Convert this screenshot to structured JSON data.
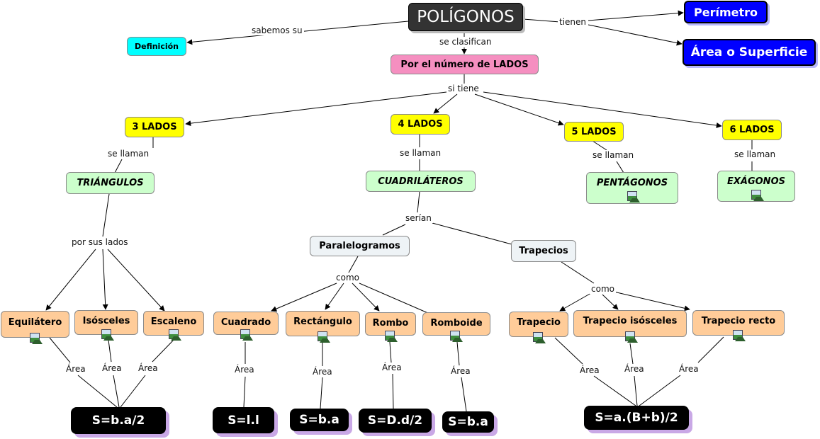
{
  "title": "POLÍGONOS",
  "top": {
    "definicion": "Definición",
    "perimetro": "Perímetro",
    "area_superficie": "Área o Superficie",
    "clasificacion": "Por el número de LADOS"
  },
  "sides": {
    "s3": "3 LADOS",
    "s4": "4 LADOS",
    "s5": "5 LADOS",
    "s6": "6 LADOS"
  },
  "names": {
    "triangulos": "TRIÁNGULOS",
    "cuadrilateros": "CUADRILÁTEROS",
    "pentagonos": "PENTÁGONOS",
    "exagonos": "EXÁGONOS"
  },
  "quad_groups": {
    "paralelogramos": "Paralelogramos",
    "trapecios": "Trapecios"
  },
  "shapes": {
    "equilatero": "Equilátero",
    "isosceles": "Isósceles",
    "escaleno": "Escaleno",
    "cuadrado": "Cuadrado",
    "rectangulo": "Rectángulo",
    "rombo": "Rombo",
    "romboide": "Romboide",
    "trapecio": "Trapecio",
    "trapecio_isosceles": "Trapecio isósceles",
    "trapecio_recto": "Trapecio recto"
  },
  "formulas": {
    "triangulo": "S=b.a/2",
    "cuadrado": "S=l.l",
    "rectangulo": "S=b.a",
    "rombo": "S=D.d/2",
    "romboide": "S=b.a",
    "trapecio": "S=a.(B+b)/2"
  },
  "links": {
    "sabemos_su": "sabemos su",
    "tienen": "tienen",
    "se_clasifican": "se clasifican",
    "si_tiene": "si tiene",
    "se_llaman": "se llaman",
    "por_sus_lados": "por sus lados",
    "serian": "serían",
    "como": "como",
    "area": "Área"
  },
  "colors": {
    "title_bg": "#333333",
    "definicion_bg": "#00ffff",
    "clasificacion_bg": "#f58fc0",
    "blue_node": "#0000ff",
    "sides_node": "#ffff00",
    "names_node": "#ccffcc",
    "shape_node": "#ffcc99",
    "group_node": "#eef3f6",
    "formula_node": "#000000"
  }
}
